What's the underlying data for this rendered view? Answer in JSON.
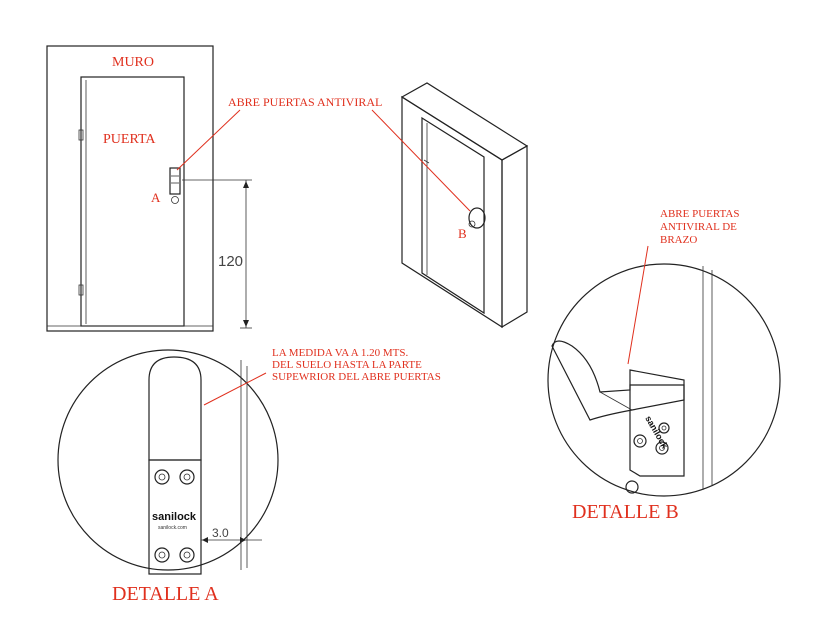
{
  "labels": {
    "muro": "MURO",
    "puerta": "PUERTA",
    "abre_puertas": "ABRE PUERTAS ANTIVIRAL",
    "marker_a": "A",
    "marker_b": "B",
    "dim_120": "120",
    "dim_3": "3.0",
    "note_a": [
      "LA MEDIDA VA A 1.20 MTS.",
      "DEL SUELO HASTA LA PARTE",
      "SUPEWRIOR DEL ABRE PUERTAS"
    ],
    "note_b": [
      "ABRE PUERTAS",
      "ANTIVIRAL DE",
      "BRAZO"
    ],
    "detalle_a": "DETALLE  A",
    "detalle_b": "DETALLE  B",
    "brand": "sanilock",
    "brand_sub": "sanilock.com"
  },
  "colors": {
    "annotation": "#e0301e",
    "line": "#222222"
  }
}
